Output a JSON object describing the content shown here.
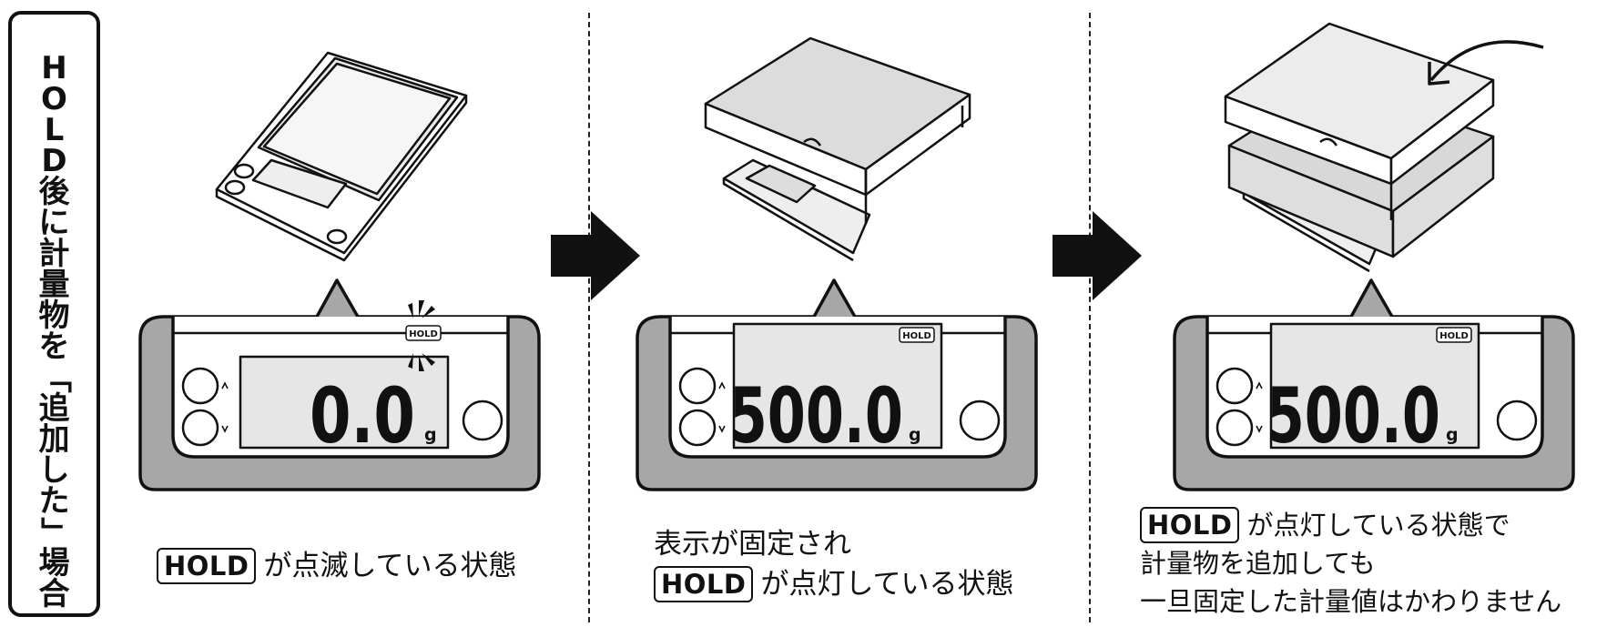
{
  "side_label": {
    "text": "HOLD後に計量物を「追加した」場合"
  },
  "panels": [
    {
      "display": {
        "value": "0.0",
        "unit": "g",
        "badge": "HOLD"
      },
      "caption": {
        "badge": "HOLD",
        "lines": [
          "が点滅している状態"
        ]
      }
    },
    {
      "display": {
        "value": "500.0",
        "unit": "g",
        "badge": "HOLD"
      },
      "caption": {
        "badge": "HOLD",
        "lines": [
          "表示が固定され",
          "が点灯している状態"
        ]
      }
    },
    {
      "display": {
        "value": "500.0",
        "unit": "g",
        "badge": "HOLD"
      },
      "caption": {
        "badge": "HOLD",
        "lines": [
          "が点灯している状態で",
          "計量物を追加しても",
          "一旦固定した計量値はかわりません"
        ]
      }
    }
  ],
  "colors": {
    "ink": "#111111",
    "frame_gray": "#a7a7a7",
    "screen_gray": "#e6e6e6",
    "box_gray": "#dcdcdc"
  }
}
